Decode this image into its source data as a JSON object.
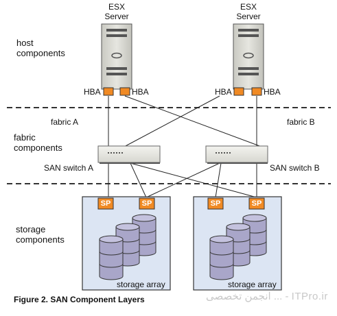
{
  "layers": {
    "host": "host\ncomponents",
    "fabric": "fabric\ncomponents",
    "storage": "storage\ncomponents"
  },
  "servers": [
    {
      "label": "ESX\nServer",
      "hba_left": "HBA",
      "hba_right": "HBA"
    },
    {
      "label": "ESX\nServer",
      "hba_left": "HBA",
      "hba_right": "HBA"
    }
  ],
  "fabric_labels": {
    "a": "fabric A",
    "b": "fabric B"
  },
  "switches": [
    {
      "label": "SAN switch A"
    },
    {
      "label": "SAN switch B"
    }
  ],
  "arrays": [
    {
      "label": "storage array",
      "sp_left": "SP",
      "sp_right": "SP"
    },
    {
      "label": "storage array",
      "sp_left": "SP",
      "sp_right": "SP"
    }
  ],
  "caption": "Figure 2. SAN Component Layers",
  "watermark": "انجمن تخصصی ... - ITPro.ir",
  "colors": {
    "server_fill": "#d9d9d3",
    "hba_orange": "#f08a24",
    "array_fill": "#dce5f3",
    "disk_fill": "#a9a6c9",
    "line": "#222222"
  }
}
